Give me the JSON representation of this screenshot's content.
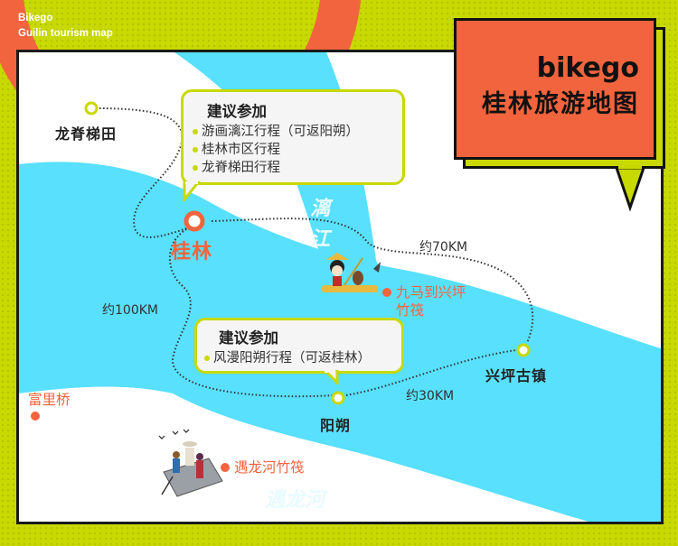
{
  "brand": {
    "line1": "Bikego",
    "line2": "Guilin tourism map"
  },
  "title": {
    "en": "bikego",
    "cn": "桂林旅游地图"
  },
  "colors": {
    "lime": "#c8d900",
    "orange": "#f2643d",
    "river": "#58e0fd",
    "frame": "#1a1a1a"
  },
  "rivers": [
    {
      "name": "漓江",
      "chars": [
        "漓",
        "江"
      ]
    },
    {
      "name": "遇龙河"
    }
  ],
  "places": {
    "longji": "龙脊梯田",
    "guilin": "桂林",
    "xingping": "兴坪古镇",
    "yangshuo": "阳朔"
  },
  "pois": {
    "jiuma_line1": "九马到兴坪",
    "jiuma_line2": "竹筏",
    "fuliqiao": "富里桥",
    "yulong_raft": "遇龙河竹筏"
  },
  "distances": {
    "d70": "约70KM",
    "d100": "约100KM",
    "d30": "约30KM"
  },
  "bubbles": [
    {
      "title": "建议参加",
      "items": [
        "游画漓江行程（可返阳朔）",
        "桂林市区行程",
        "龙脊梯田行程"
      ]
    },
    {
      "title": "建议参加",
      "items": [
        "风漫阳朔行程（可返桂林）"
      ]
    }
  ]
}
